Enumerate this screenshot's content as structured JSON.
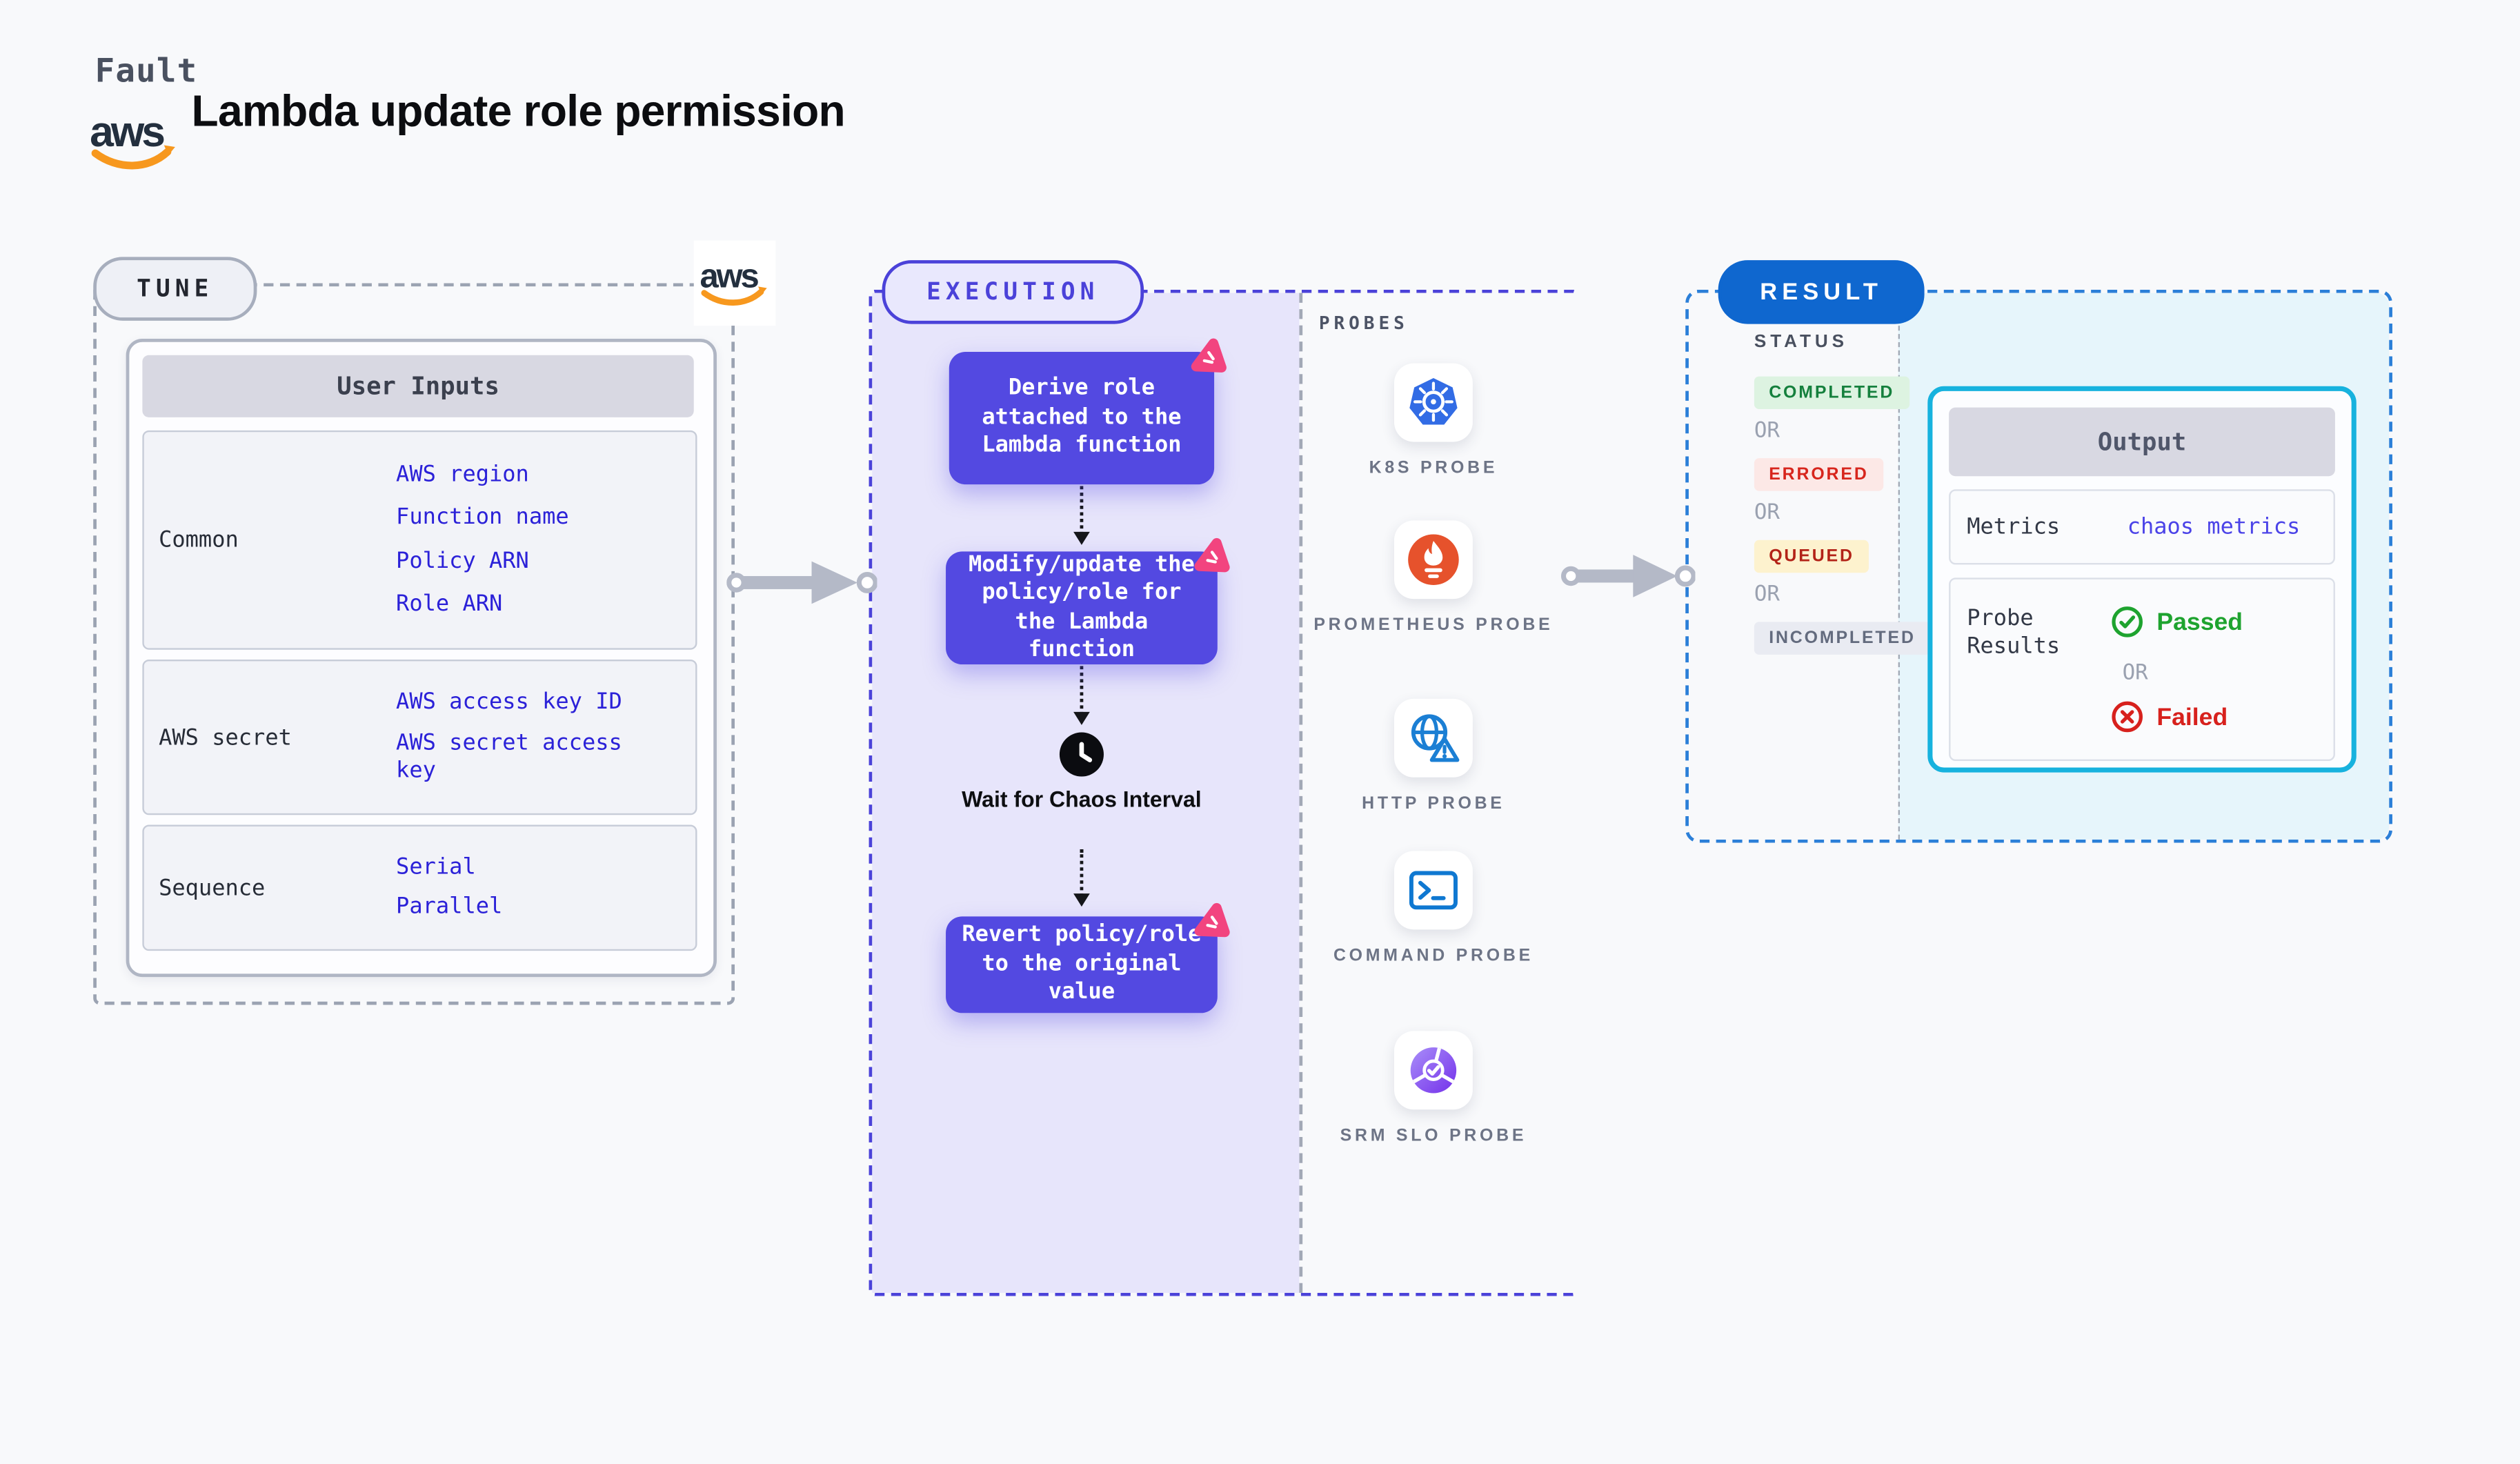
{
  "header": {
    "fault_label": "Fault",
    "title": "Lambda update role permission",
    "aws_logo_text": "aws"
  },
  "tune": {
    "pill": "TUNE",
    "card_header": "User Inputs",
    "rows": [
      {
        "label": "Common",
        "links": [
          "AWS region",
          "Function name",
          "Policy ARN",
          "Role ARN"
        ]
      },
      {
        "label": "AWS secret",
        "links": [
          "AWS access key ID",
          "AWS secret access key"
        ]
      },
      {
        "label": "Sequence",
        "links": [
          "Serial",
          "Parallel"
        ]
      }
    ]
  },
  "execution": {
    "pill": "EXECUTION",
    "nodes": [
      "Derive role attached to the Lambda function",
      "Modify/update the policy/role for the Lambda function",
      "Revert policy/role to the original value"
    ],
    "wait_label": "Wait for Chaos Interval"
  },
  "probes": {
    "heading": "PROBES",
    "items": [
      {
        "icon": "kubernetes-icon",
        "label": "K8S PROBE"
      },
      {
        "icon": "prometheus-icon",
        "label": "PROMETHEUS PROBE"
      },
      {
        "icon": "http-globe-icon",
        "label": "HTTP PROBE"
      },
      {
        "icon": "terminal-icon",
        "label": "COMMAND PROBE"
      },
      {
        "icon": "srm-slo-icon",
        "label": "SRM SLO PROBE"
      }
    ]
  },
  "result": {
    "pill": "RESULT",
    "status_heading": "STATUS",
    "or_label": "OR",
    "statuses": [
      {
        "label": "COMPLETED",
        "color": "#15803d",
        "bg": "#ddf3e1"
      },
      {
        "label": "ERRORED",
        "color": "#d7261d",
        "bg": "#fce8e6"
      },
      {
        "label": "QUEUED",
        "color": "#b32318",
        "bg": "#fdf2ce"
      },
      {
        "label": "INCOMPLETED",
        "color": "#636b7e",
        "bg": "#e9ebf2"
      }
    ],
    "output": {
      "header": "Output",
      "metrics_label": "Metrics",
      "metrics_value": "chaos metrics",
      "probe_results_label": "Probe Results",
      "passed_label": "Passed",
      "or_label": "OR",
      "failed_label": "Failed"
    }
  },
  "colors": {
    "page_bg": "#f8f9fb",
    "indigo_accent": "#4b42d9",
    "node_purple": "#5349e1",
    "exec_bg": "#e7e5fb",
    "link_blue": "#2b21d8",
    "result_blue": "#0f67cf",
    "result_dash_blue": "#2b7fd8",
    "cyan_accent": "#17b2de",
    "cyan_bg": "#e6f5fb",
    "passed_green": "#1ea32f",
    "failed_red": "#d7211d",
    "aws_orange": "#f7981e",
    "aws_navy": "#232f3e",
    "kubernetes_blue": "#326ce5",
    "prometheus_orange": "#e6522c",
    "pink_flag": "#f2447f"
  }
}
